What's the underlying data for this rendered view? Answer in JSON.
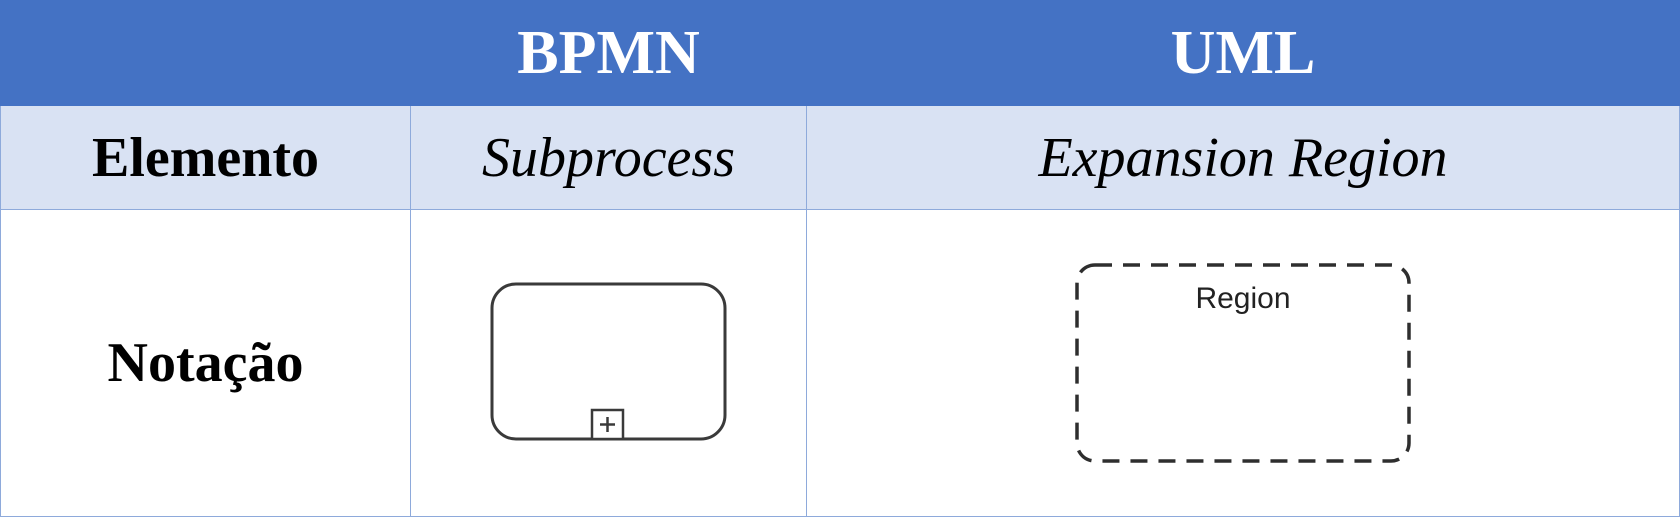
{
  "table": {
    "columns": {
      "blank": "",
      "bpmn": "BPMN",
      "uml": "UML"
    },
    "rows": {
      "element": {
        "label": "Elemento",
        "bpmn": "Subprocess",
        "uml": "Expansion Region"
      },
      "notation": {
        "label": "Notação",
        "bpmn_icon": "subprocess-collapsed-icon",
        "uml_icon": "expansion-region-icon",
        "uml_region_text": "Region"
      }
    }
  },
  "colors": {
    "header_bg": "#4472c4",
    "row_bg": "#d9e2f3",
    "border": "#8eaadb",
    "header_text": "#ffffff"
  }
}
